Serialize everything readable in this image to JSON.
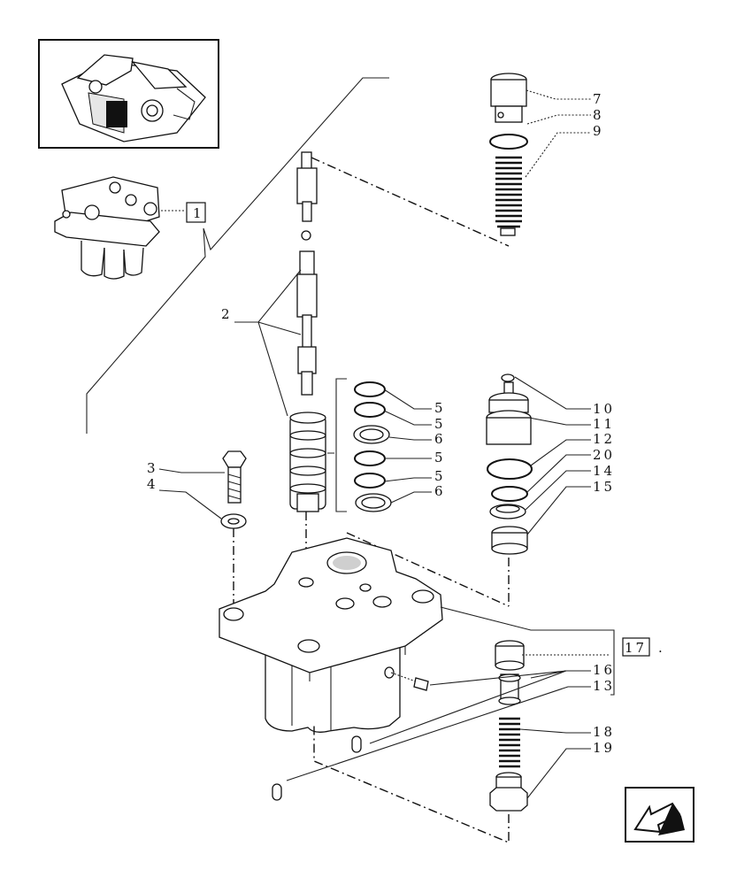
{
  "callouts": {
    "c1": "1",
    "c2": "2",
    "c3": "3",
    "c4": "4",
    "c5a": "5",
    "c5b": "5",
    "c6a": "6",
    "c5c": "5",
    "c5d": "5",
    "c6b": "6",
    "c7": "7",
    "c8": "8",
    "c9": "9",
    "c10": "10",
    "c11": "11",
    "c12": "12",
    "c20": "20",
    "c14": "14",
    "c15": "15",
    "c17": "17",
    "c17dot": ".",
    "c16": "16",
    "c13": "13",
    "c18": "18",
    "c19": "19"
  },
  "icons": {
    "thumbnail": "assembly-location-thumbnail",
    "nav": "previous-page-arrow-icon"
  }
}
